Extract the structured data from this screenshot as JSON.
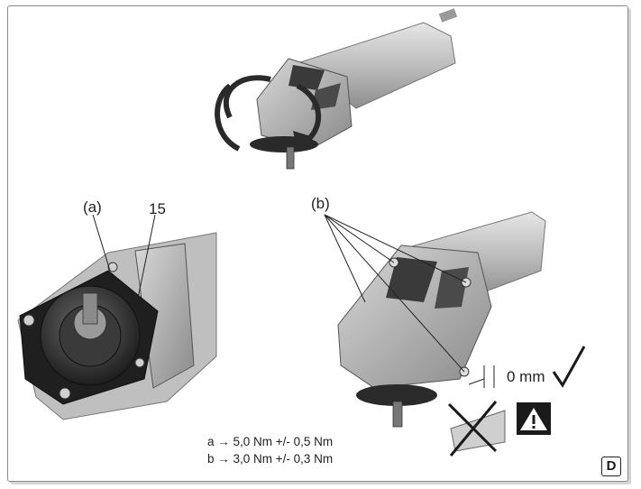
{
  "labels": {
    "a": "(a)",
    "part_15": "15",
    "b": "(b)",
    "gap": "0 mm",
    "panel": "D"
  },
  "torque": {
    "line_a": "a → 5,0 Nm +/- 0,5 Nm",
    "line_b": "b → 3,0 Nm +/- 0,3 Nm"
  },
  "icons": {
    "check": "check-mark-icon",
    "warning": "warning-triangle-icon",
    "wrong": "crossed-out-icon"
  },
  "colors": {
    "frame": "#8a8a8a",
    "metal": "#b8b8b8",
    "dark": "#2a2a2a"
  }
}
